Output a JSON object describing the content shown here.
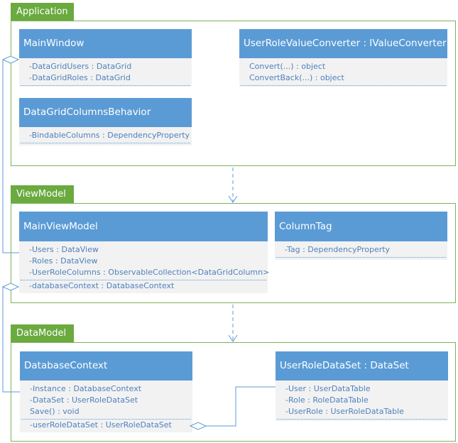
{
  "packages": {
    "application": {
      "label": "Application"
    },
    "viewmodel": {
      "label": "ViewModel"
    },
    "datamodel": {
      "label": "DataModel"
    }
  },
  "classes": {
    "main_window": {
      "name": "MainWindow",
      "attributes": [
        "-DataGridUsers : DataGrid",
        "-DataGridRoles : DataGrid"
      ]
    },
    "converter": {
      "name": "UserRoleValueConverter : IValueConverter",
      "methods": [
        "Convert(...) : object",
        "ConvertBack(...) : object"
      ]
    },
    "columns_behavior": {
      "name": "DataGridColumnsBehavior",
      "attributes": [
        "-BindableColumns : DependencyProperty"
      ]
    },
    "main_view_model": {
      "name": "MainViewModel",
      "attributes": [
        "-Users : DataView",
        "-Roles : DataView",
        "-UserRoleColumns : ObservableCollection<DataGridColumn>"
      ],
      "refs": [
        "-databaseContext : DatabaseContext"
      ]
    },
    "column_tag": {
      "name": "ColumnTag",
      "attributes": [
        "-Tag : DependencyProperty"
      ]
    },
    "database_context": {
      "name": "DatabaseContext",
      "attributes": [
        "-Instance : DatabaseContext",
        "-DataSet : UserRoleDataSet",
        "Save() : void"
      ],
      "refs": [
        "-userRoleDataSet : UserRoleDataSet"
      ]
    },
    "user_role_dataset": {
      "name": "UserRoleDataSet : DataSet",
      "attributes": [
        "-User : UserDataTable",
        "-Role : RoleDataTable",
        "-UserRole : UserRoleDataTable"
      ]
    }
  },
  "colors": {
    "package": "#6aaa3f",
    "class_header": "#5b9bd5",
    "member_text": "#4f81bd",
    "connector": "#5b9bd5"
  }
}
